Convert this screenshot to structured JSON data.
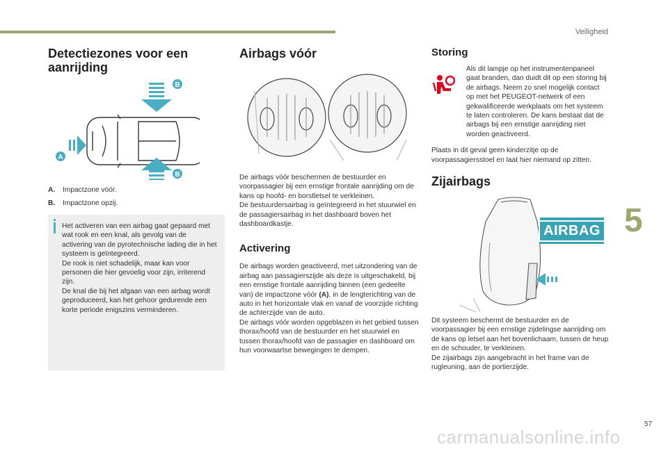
{
  "header": {
    "section": "Veiligheid"
  },
  "chapter_number": "5",
  "page_number": "57",
  "watermark": "carmanualsonline.info",
  "col1": {
    "title": "Detectiezones voor een aanrijding",
    "figure_labels": {
      "a": "A",
      "b": "B"
    },
    "legend": [
      {
        "key": "A.",
        "text": "Impactzone vóór."
      },
      {
        "key": "B.",
        "text": "Impactzone opzij."
      }
    ],
    "info_text": "Het activeren van een airbag gaat gepaard met wat rook en een knal, als gevolg van de activering van de pyrotechnische lading die in het systeem is geïntegreerd.\nDe rook is niet schadelijk, maar kan voor personen die hier gevoelig voor zijn, irriterend zijn.\nDe knal die bij het afgaan van een airbag wordt geproduceerd, kan het gehoor gedurende een korte periode enigszins verminderen."
  },
  "col2": {
    "title": "Airbags vóór",
    "intro": "De airbags vóór beschermen de bestuurder en voorpassagier bij een ernstige frontale aanrijding om de kans op hoofd- en borstletsel te verkleinen.\nDe bestuurdersairbag is geïntegreerd in het stuurwiel en de passagiersairbag in het dashboard boven het dashboardkastje.",
    "activering_title": "Activering",
    "activering_text_1": "De airbags worden geactiveerd, met uitzondering van de airbag aan passagierszijde als deze is uitgeschakeld, bij een ernstige frontale aanrijding binnen (een gedeelte van) de impactzone vóór ",
    "activering_bold": "(A)",
    "activering_text_2": ", in de lengterichting van de auto in het horizontale vlak en vanaf de voorzijde richting de achterzijde van de auto.\nDe airbags vóór worden opgeblazen in het gebied tussen thorax/hoofd van de bestuurder en het stuurwiel en tussen thorax/hoofd van de passagier en dashboard om hun voorwaartse bewegingen te dempen."
  },
  "col3": {
    "storing_title": "Storing",
    "storing_text": "Als dit lampje op het instrumentenpaneel gaat branden, dan duidt dit op een storing bij de airbags. Neem zo snel mogelijk contact op met het PEUGEOT-netwerk of een gekwalificeerde werkplaats om het systeem te laten controleren. De kans bestaat dat de airbags bij een ernstige aanrijding niet worden geactiveerd.",
    "storing_note": "Plaats in dit geval geen kinderzitje op de voorpassagiersstoel en laat hier niemand op zitten.",
    "zij_title": "Zijairbags",
    "airbag_badge": "AIRBAG",
    "zij_text": "Dit systeem beschermt de bestuurder en de voorpassagier bij een ernstige zijdelingse aanrijding om de kans op letsel aan het bovenlichaam, tussen de heup en de schouder, te verkleinen.\nDe zijairbags zijn aangebracht in het frame van de rugleuning, aan de portierzijde."
  },
  "colors": {
    "accent_olive": "#9ea56f",
    "accent_blue": "#48aec4",
    "warning_red": "#e2001a",
    "info_bg": "#eeeeee"
  },
  "icons": [
    "info-icon",
    "airbag-warning-icon",
    "impact-arrow-icon"
  ]
}
